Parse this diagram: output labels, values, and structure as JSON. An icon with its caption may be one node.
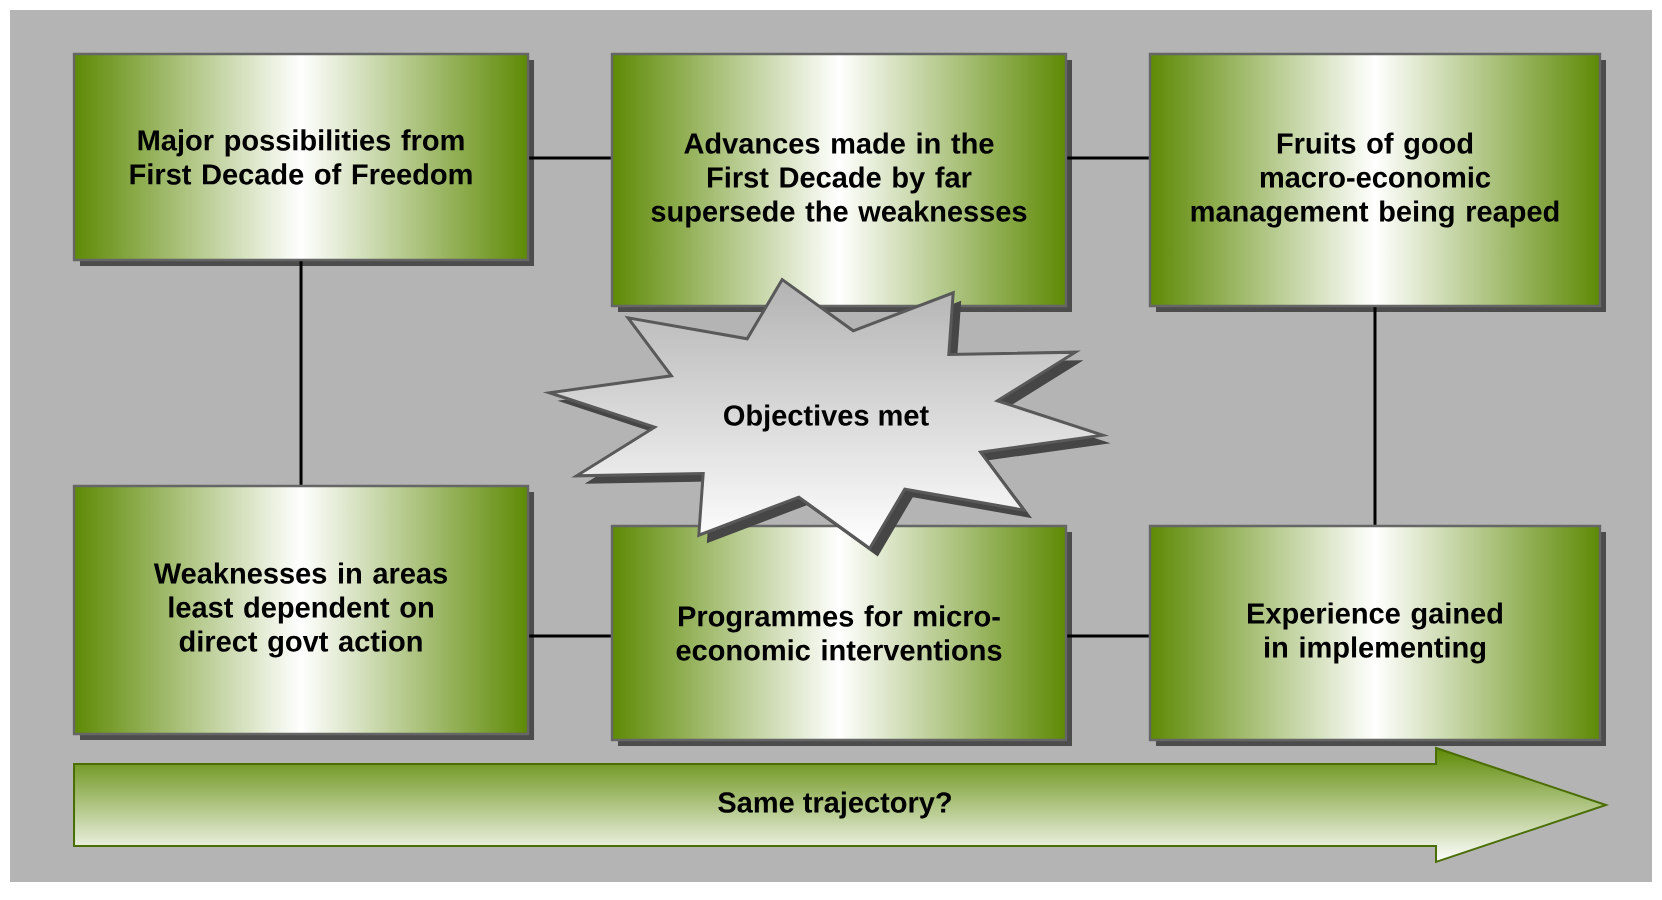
{
  "diagram": {
    "nodes": [
      {
        "text": [
          "Major possibilities from First Decade of Freedom"
        ]
      },
      {
        "text": [
          "Advances made in the First Decade by far supersede the weaknesses"
        ]
      },
      {
        "text": [
          "Fruits of good macro-economic management being reaped"
        ]
      },
      {
        "text": [
          "Weaknesses in areas least dependent on direct govt action"
        ]
      },
      {
        "text": [
          "Programmes for micro-economic interventions"
        ]
      },
      {
        "text": [
          "Experience gained in implementing"
        ]
      },
      {
        "text": [
          "Objectives met"
        ]
      },
      {
        "text": [
          "Same trajectory?"
        ]
      }
    ],
    "edges": [
      {
        "from": 0,
        "to": 1,
        "arrow": "none"
      },
      {
        "from": 1,
        "to": 2,
        "arrow": "none"
      },
      {
        "from": 0,
        "to": 3,
        "arrow": "none"
      },
      {
        "from": 2,
        "to": 5,
        "arrow": "none"
      },
      {
        "from": 3,
        "to": 4,
        "arrow": "none"
      },
      {
        "from": 4,
        "to": 5,
        "arrow": "none"
      }
    ]
  }
}
